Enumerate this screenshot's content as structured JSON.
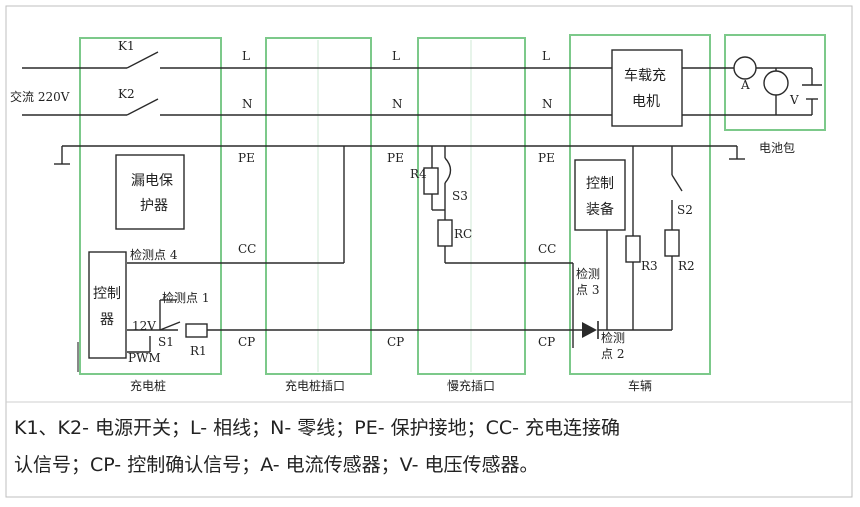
{
  "colors": {
    "box": "#7cc98a",
    "wire": "#2a2a2a",
    "bg": "#ffffff"
  },
  "switches": {
    "k1": "K1",
    "k2": "K2",
    "s1": "S1",
    "s2": "S2",
    "s3": "S3"
  },
  "supply": "交流 220V",
  "lines": {
    "l": "L",
    "n": "N",
    "pe": "PE",
    "cc": "CC",
    "cp": "CP"
  },
  "pile": {
    "leak_line1": "漏电保",
    "leak_line2": "护器",
    "ctrl_line1": "控制",
    "ctrl_line2": "器",
    "v12": "12V",
    "pwm": "PWM",
    "r1": "R1",
    "det4": "检测点 4",
    "det1": "检测点 1"
  },
  "slow": {
    "r4": "R4",
    "rc": "RC"
  },
  "vehicle": {
    "charger_line1": "车载充",
    "charger_line2": "电机",
    "ctrl_line1": "控制",
    "ctrl_line2": "装备",
    "r3": "R3",
    "r2": "R2",
    "det3_line1": "检测",
    "det3_line2": "点 3",
    "det2_line1": "检测",
    "det2_line2": "点 2"
  },
  "battery": {
    "a": "A",
    "v": "V",
    "label": "电池包"
  },
  "box_labels": {
    "pile": "充电桩",
    "pile_plug": "充电桩插口",
    "slow_plug": "慢充插口",
    "vehicle": "车辆"
  },
  "caption": {
    "line1": "K1、K2- 电源开关；L- 相线；N- 零线；PE- 保护接地；CC- 充电连接确",
    "line2": "认信号；CP- 控制确认信号；A- 电流传感器；V- 电压传感器。"
  }
}
